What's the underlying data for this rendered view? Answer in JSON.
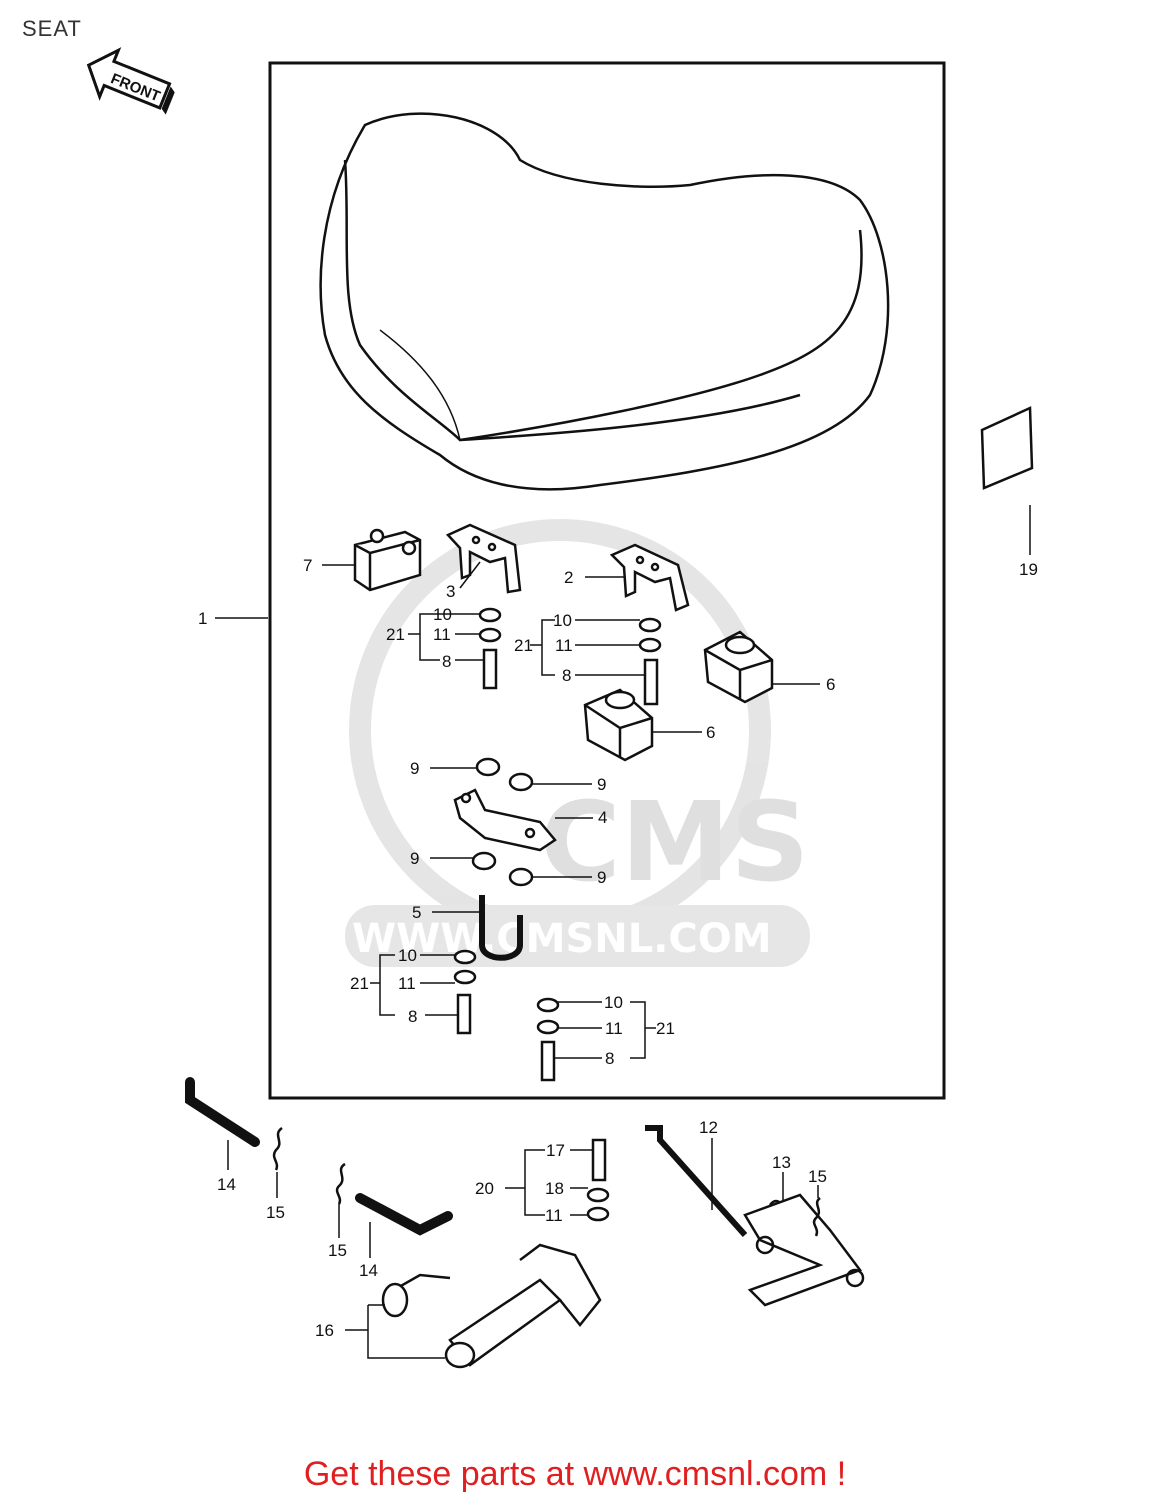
{
  "page": {
    "title": "SEAT"
  },
  "front_arrow": {
    "label": "FRONT"
  },
  "watermark": {
    "brand": "CMS",
    "url": "WWW.CMSNL.COM"
  },
  "callouts": {
    "c1": "1",
    "c2": "2",
    "c3": "3",
    "c4": "4",
    "c5": "5",
    "c6a": "6",
    "c6b": "6",
    "c7": "7",
    "c8a": "8",
    "c8b": "8",
    "c8c": "8",
    "c8d": "8",
    "c9a": "9",
    "c9b": "9",
    "c9c": "9",
    "c9d": "9",
    "c10a": "10",
    "c10b": "10",
    "c10c": "10",
    "c10d": "10",
    "c11a": "11",
    "c11b": "11",
    "c11c": "11",
    "c11d": "11",
    "c11e": "11",
    "c12": "12",
    "c13": "13",
    "c14a": "14",
    "c14b": "14",
    "c15a": "15",
    "c15b": "15",
    "c15c": "15",
    "c16": "16",
    "c17": "17",
    "c18": "18",
    "c19": "19",
    "c20": "20",
    "c21a": "21",
    "c21b": "21",
    "c21c": "21",
    "c21d": "21"
  },
  "footer": {
    "text": "Get these parts at www.cmsnl.com !"
  },
  "colors": {
    "footer": "#e02020",
    "line": "#111111",
    "watermark": "#dcdcdc"
  }
}
